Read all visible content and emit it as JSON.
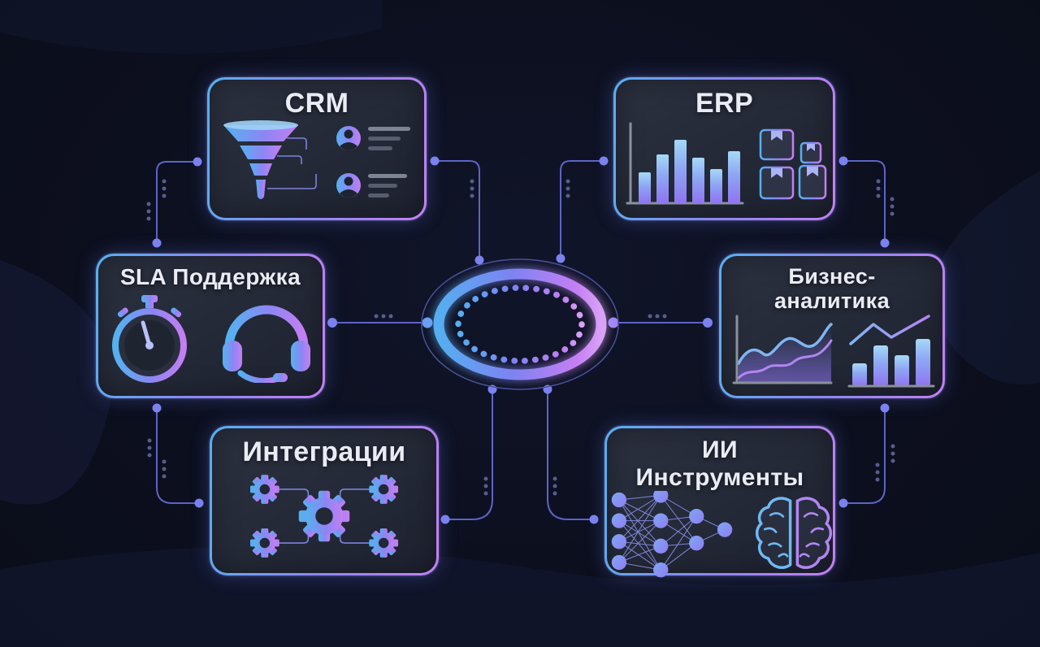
{
  "diagram": {
    "type": "hub-and-spoke",
    "hub": {
      "name": "central-hub",
      "shape": "glowing gradient ellipse with dotted inner ring and thin outer orbit"
    },
    "cards": [
      {
        "id": "crm",
        "title": "CRM",
        "icons": [
          "sales-funnel-icon",
          "customer-profile-list-icon"
        ]
      },
      {
        "id": "erp",
        "title": "ERP",
        "icons": [
          "bar-chart-icon",
          "inventory-boxes-icon"
        ]
      },
      {
        "id": "sla",
        "title": "SLA Поддержка",
        "icons": [
          "stopwatch-icon",
          "headset-icon"
        ]
      },
      {
        "id": "bi",
        "title": "Бизнес-аналитика",
        "title_lines": [
          "Бизнес-",
          "аналитика"
        ],
        "icons": [
          "area-chart-icon",
          "trend-bar-chart-icon"
        ]
      },
      {
        "id": "integrations",
        "title": "Интеграции",
        "icons": [
          "gears-network-icon"
        ]
      },
      {
        "id": "ai",
        "title": "ИИ Инструменты",
        "icons": [
          "neural-network-icon",
          "brain-icon"
        ]
      }
    ],
    "connections": [
      "crm — sla",
      "crm — hub",
      "erp — hub",
      "erp — bi",
      "sla — hub",
      "hub — bi",
      "sla — integrations",
      "hub — integrations",
      "hub — ai",
      "bi — ai"
    ],
    "colors": {
      "background": "#0c0f1e",
      "card_background": "#242937",
      "accent_blue": "#55b1f0",
      "accent_purple": "#c47ff3",
      "connector_line": "#5d64c8",
      "connector_dot": "#7b82ef",
      "title_text": "#e9ecf4"
    }
  }
}
